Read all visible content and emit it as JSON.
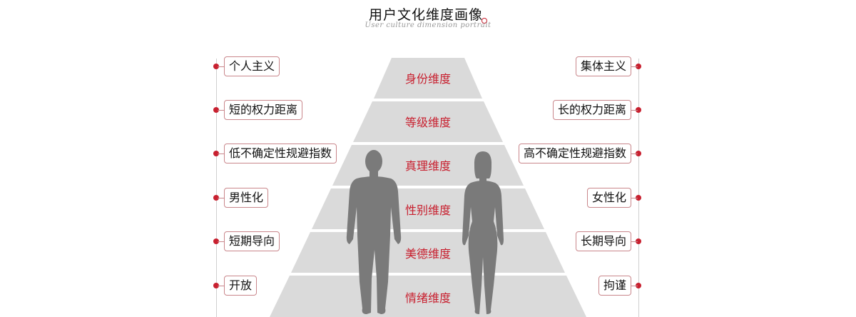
{
  "header": {
    "title": "用户文化维度画像",
    "subtitle": "User culture dimension portrait"
  },
  "colors": {
    "accent": "#c8202f",
    "tier_fill": "#dadada",
    "silhouette": "#7a7a7a",
    "box_border": "#c9868b",
    "axis_line": "#cfcfcf"
  },
  "pyramid": {
    "tiers": [
      {
        "label": "身份维度"
      },
      {
        "label": "等级维度"
      },
      {
        "label": "真理维度"
      },
      {
        "label": "性别维度"
      },
      {
        "label": "美德维度"
      },
      {
        "label": "情绪维度"
      }
    ],
    "figures": [
      "male-silhouette",
      "female-silhouette"
    ]
  },
  "left_items": [
    {
      "label": "个人主义"
    },
    {
      "label": "短的权力距离"
    },
    {
      "label": "低不确定性规避指数"
    },
    {
      "label": "男性化"
    },
    {
      "label": "短期导向"
    },
    {
      "label": "开放"
    }
  ],
  "right_items": [
    {
      "label": "集体主义"
    },
    {
      "label": "长的权力距离"
    },
    {
      "label": "高不确定性规避指数"
    },
    {
      "label": "女性化"
    },
    {
      "label": "长期导向"
    },
    {
      "label": "拘谨"
    }
  ]
}
